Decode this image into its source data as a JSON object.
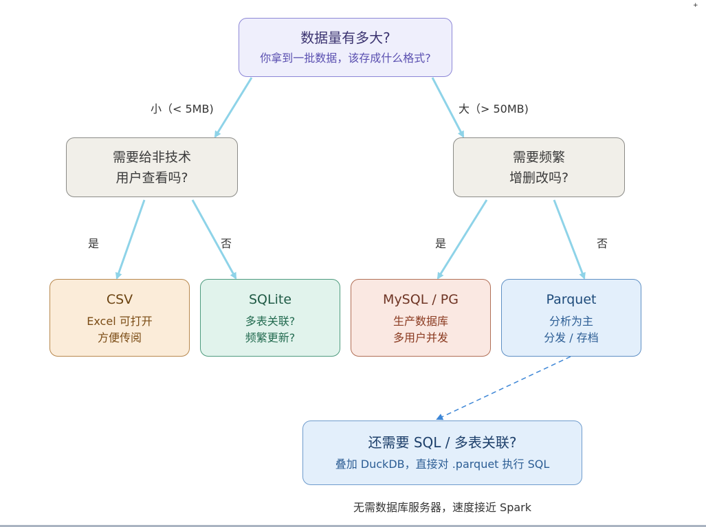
{
  "root": {
    "title": "数据量有多大?",
    "subtitle": "你拿到一批数据，该存成什么格式?"
  },
  "branches": {
    "small_label": "小（< 5MB)",
    "large_label": "大（> 50MB)"
  },
  "questions": {
    "small": {
      "line1": "需要给非技术",
      "line2": "用户查看吗?"
    },
    "large": {
      "line1": "需要频繁",
      "line2": "增删改吗?"
    }
  },
  "answers": {
    "yes": "是",
    "no": "否"
  },
  "leaves": [
    {
      "title": "CSV",
      "line1": "Excel 可打开",
      "line2": "方便传阅",
      "color": "#fbecd9"
    },
    {
      "title": "SQLite",
      "line1": "多表关联?",
      "line2": "频繁更新?",
      "color": "#e1f3ec"
    },
    {
      "title": "MySQL / PG",
      "line1": "生产数据库",
      "line2": "多用户并发",
      "color": "#fae8e2"
    },
    {
      "title": "Parquet",
      "line1": "分析为主",
      "line2": "分发 / 存档",
      "color": "#e3effb"
    }
  ],
  "duckdb": {
    "title": "还需要 SQL / 多表关联?",
    "subtitle": "叠加 DuckDB，直接对 .parquet 执行 SQL"
  },
  "footnote": "无需数据库服务器，速度接近 Spark",
  "colors": {
    "arrow": "#8ed3e8",
    "dashed_arrow": "#3d86d6"
  }
}
